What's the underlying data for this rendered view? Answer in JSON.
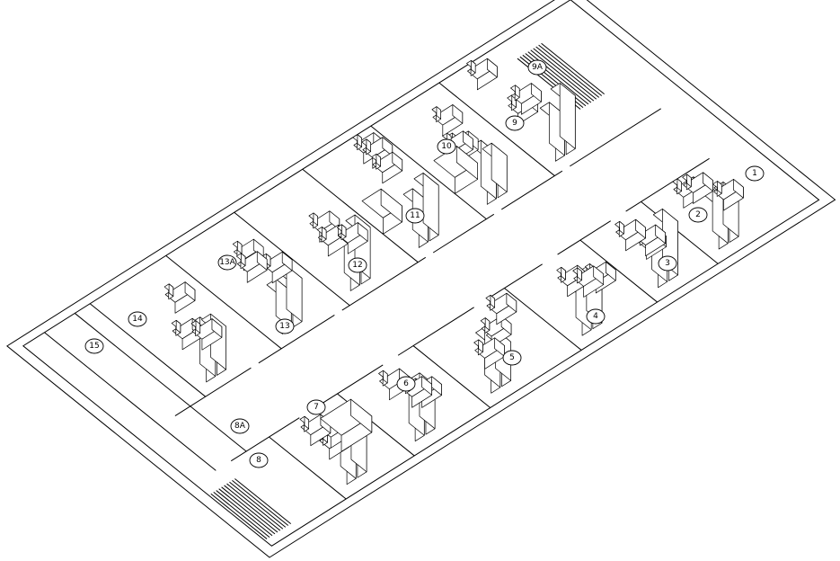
{
  "drawing": {
    "type": "isometric office floor plan",
    "rooms": [
      {
        "id": "r1",
        "label": "1"
      },
      {
        "id": "r2",
        "label": "2"
      },
      {
        "id": "r3",
        "label": "3"
      },
      {
        "id": "r4",
        "label": "4"
      },
      {
        "id": "r5",
        "label": "5"
      },
      {
        "id": "r6",
        "label": "6"
      },
      {
        "id": "r7",
        "label": "7"
      },
      {
        "id": "r8",
        "label": "8"
      },
      {
        "id": "r8a",
        "label": "8A"
      },
      {
        "id": "r9",
        "label": "9"
      },
      {
        "id": "r9a",
        "label": "9A"
      },
      {
        "id": "r10",
        "label": "10"
      },
      {
        "id": "r11",
        "label": "11"
      },
      {
        "id": "r12",
        "label": "12"
      },
      {
        "id": "r13",
        "label": "13"
      },
      {
        "id": "r13a",
        "label": "13A"
      },
      {
        "id": "r14",
        "label": "14"
      },
      {
        "id": "r15",
        "label": "15"
      }
    ]
  }
}
